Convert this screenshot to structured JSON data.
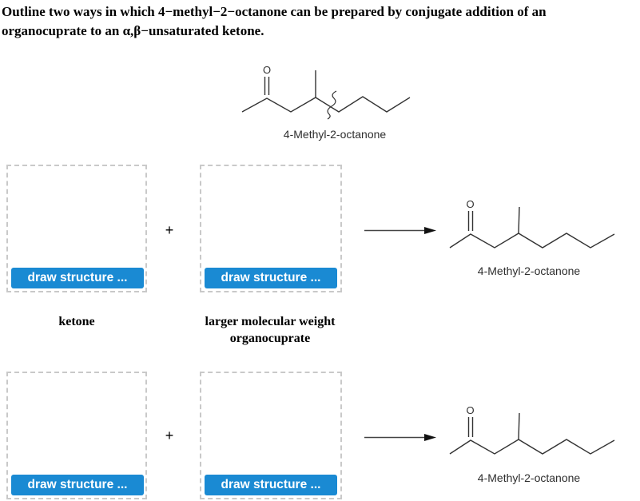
{
  "title": {
    "line1": "Outline two ways in which 4−methyl−2−octanone can be prepared by conjugate addition of an",
    "line2": "organocuprate to an α,β−unsaturated ketone."
  },
  "molecule": {
    "oxygen_label": "O",
    "name": "4-Methyl-2-octanone"
  },
  "top_structure": {
    "label": "4-Methyl-2-octanone"
  },
  "row1": {
    "reactant1_button": "draw structure ...",
    "plus": "+",
    "reactant2_button": "draw structure ...",
    "product_label": "4-Methyl-2-octanone",
    "caption1": "ketone",
    "caption2_line1": "larger molecular weight",
    "caption2_line2": "organocuprate"
  },
  "row2": {
    "reactant1_button": "draw structure ...",
    "plus": "+",
    "reactant2_button": "draw structure ...",
    "product_label": "4-Methyl-2-octanone"
  },
  "colors": {
    "button_bg": "#1a8ad3",
    "box_border": "#c9c9c9",
    "structure_stroke": "#333333"
  }
}
